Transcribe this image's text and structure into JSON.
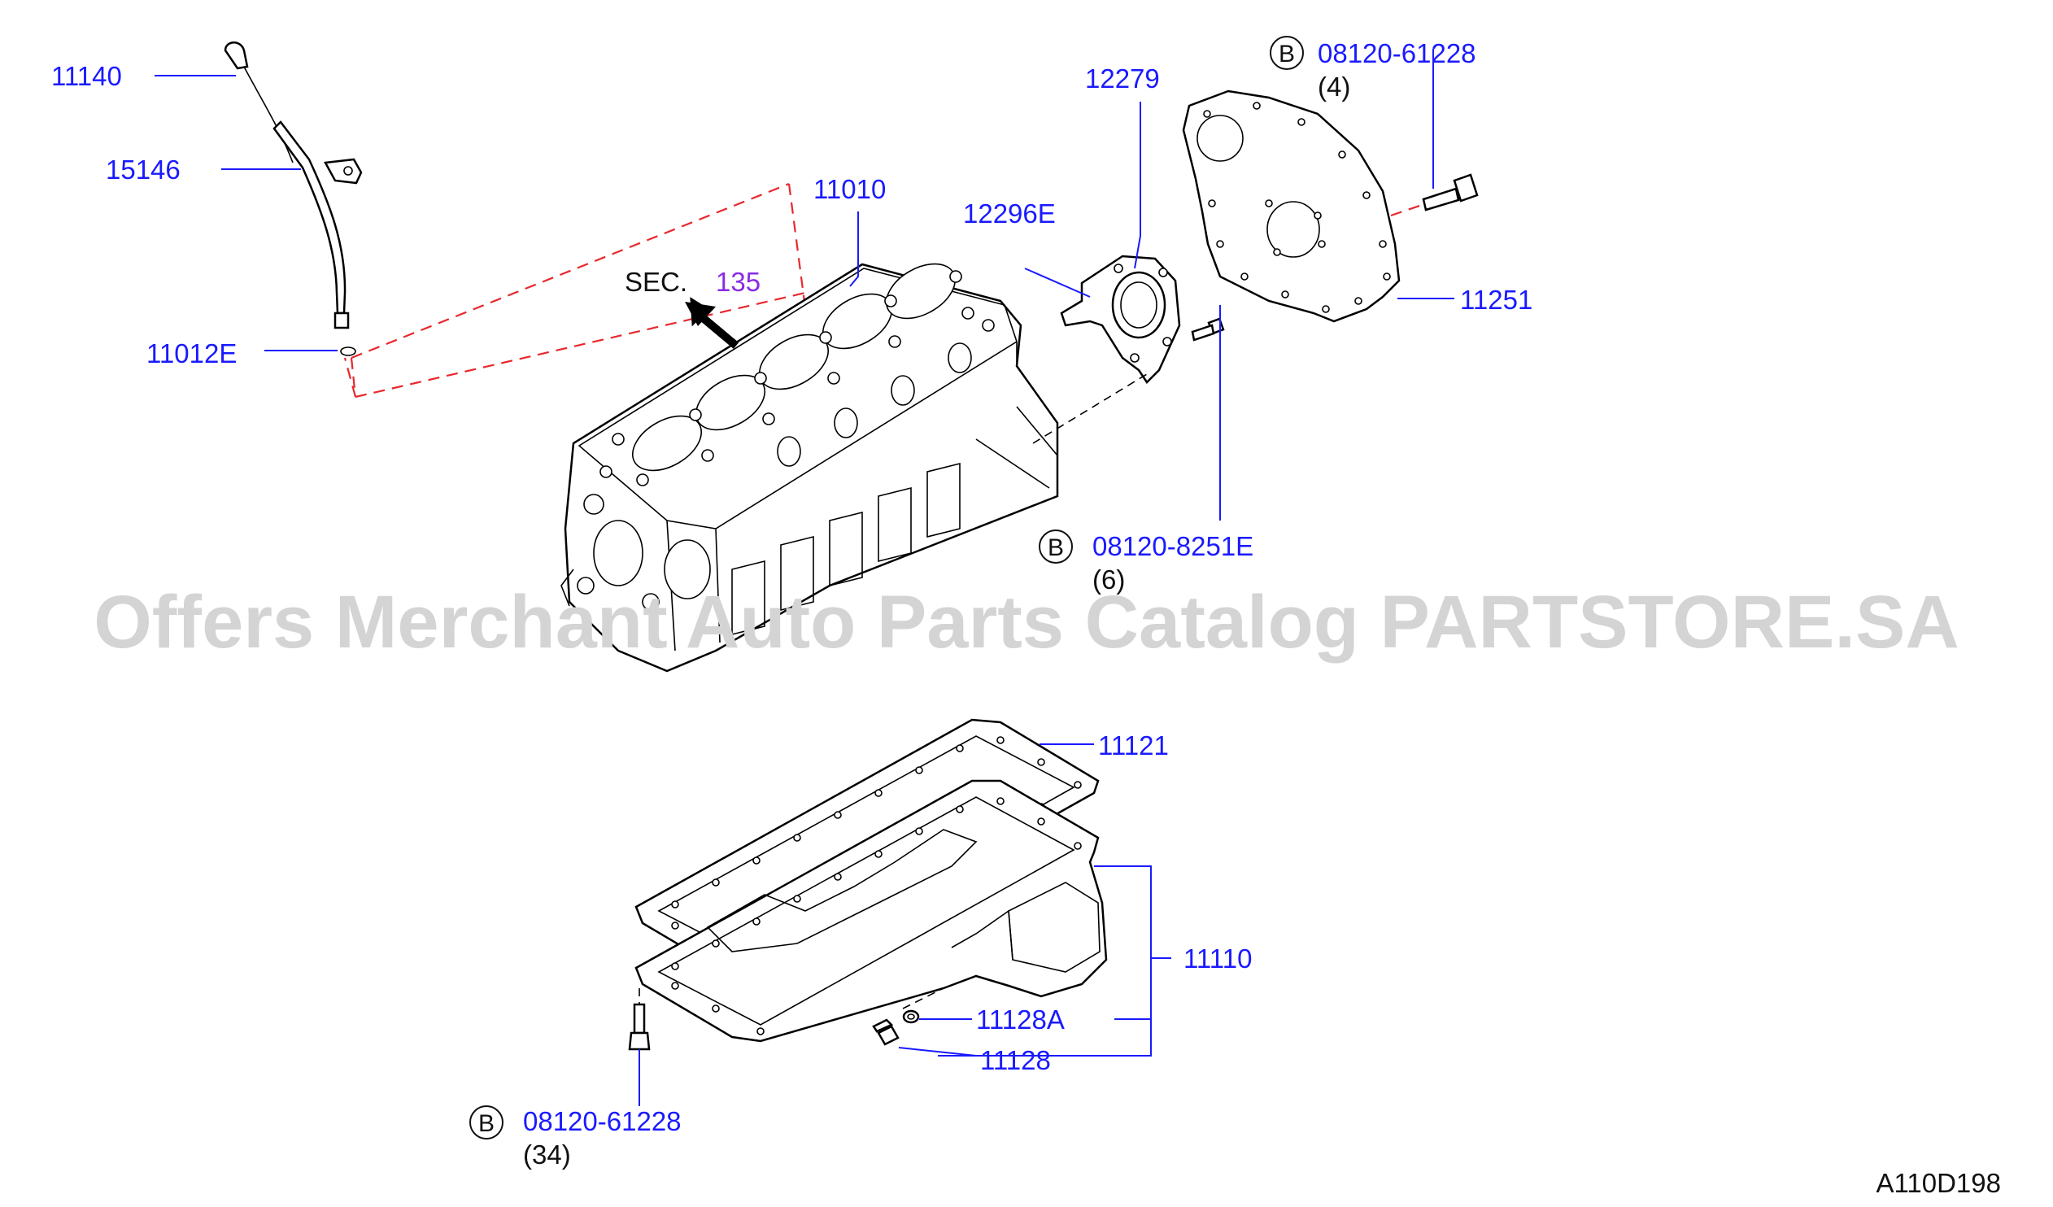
{
  "watermark": "Offers Merchant Auto Parts Catalog PARTSTORE.SA",
  "section_ref": {
    "prefix": "SEC.",
    "number": "135"
  },
  "drawing_code": "A110D198",
  "labels": {
    "p11140": "11140",
    "p15146": "15146",
    "p11012E": "11012E",
    "p11010": "11010",
    "p12279": "12279",
    "p12296E": "12296E",
    "p11251": "11251",
    "p11121": "11121",
    "p11110": "11110",
    "p11128A": "11128A",
    "p11128": "11128"
  },
  "bolts": [
    {
      "marker": "B",
      "part": "08120-61228",
      "qty": "(4)"
    },
    {
      "marker": "B",
      "part": "08120-8251E",
      "qty": "(6)"
    },
    {
      "marker": "B",
      "part": "08120-61228",
      "qty": "(34)"
    }
  ],
  "colors": {
    "part_number": "#1a1aff",
    "section_number": "#8a2be2",
    "reference_line": "#e8282d",
    "watermark": "#d4d4d4"
  }
}
